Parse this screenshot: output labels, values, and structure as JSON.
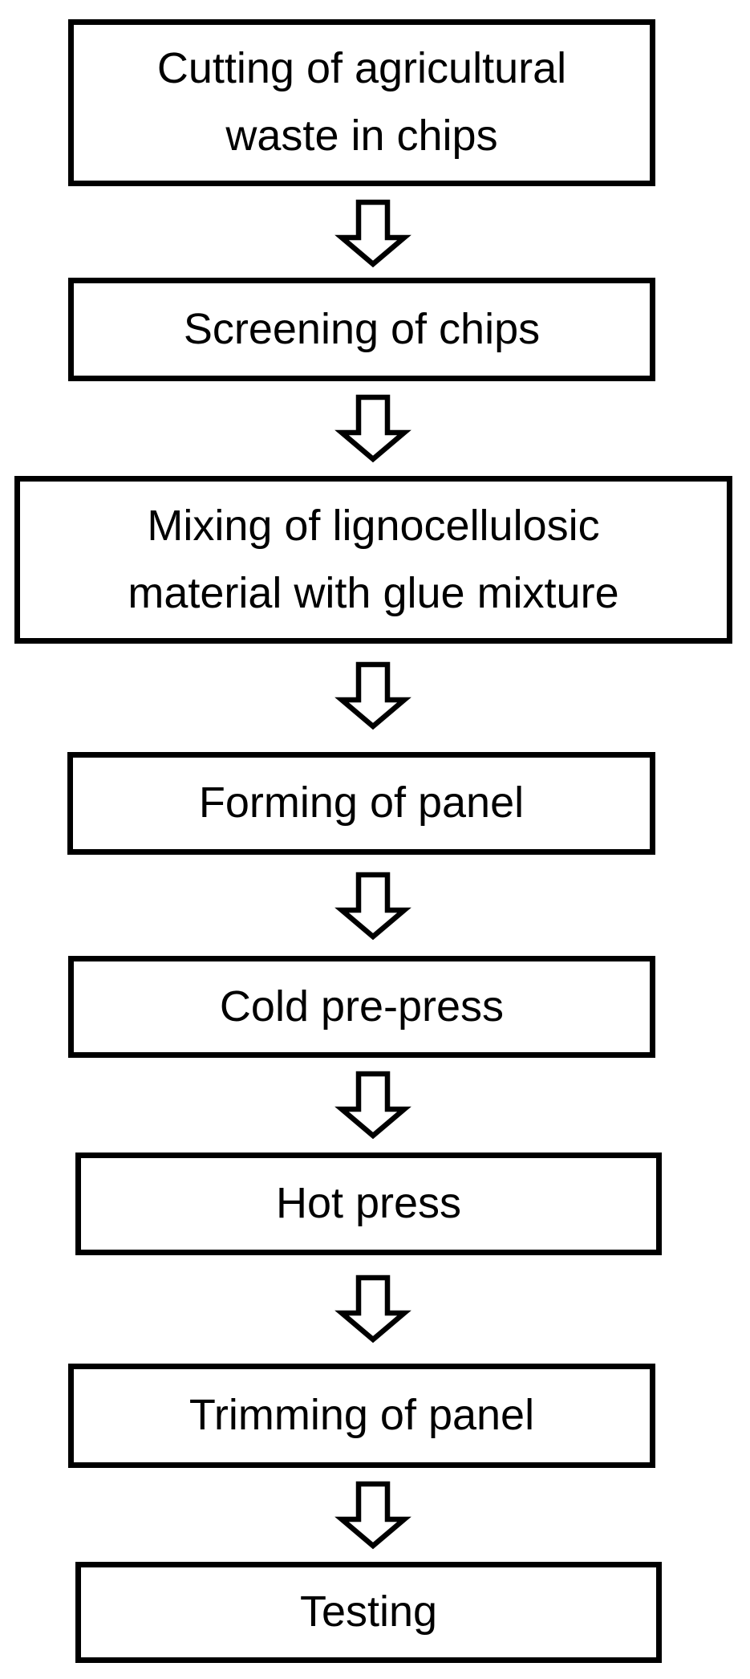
{
  "flowchart": {
    "type": "process-flow",
    "direction": "top-to-bottom",
    "steps": [
      {
        "label": "Cutting of agricultural\nwaste in chips"
      },
      {
        "label": "Screening of chips"
      },
      {
        "label": "Mixing of lignocellulosic\nmaterial with glue mixture"
      },
      {
        "label": "Forming of panel"
      },
      {
        "label": "Cold pre-press"
      },
      {
        "label": "Hot press"
      },
      {
        "label": "Trimming of panel"
      },
      {
        "label": "Testing"
      }
    ],
    "connector": "hollow-down-block-arrow",
    "colors": {
      "box_border": "#000000",
      "box_fill": "#ffffff",
      "text": "#000000",
      "arrow_outline": "#000000",
      "arrow_fill": "#ffffff",
      "background": "#ffffff"
    }
  }
}
